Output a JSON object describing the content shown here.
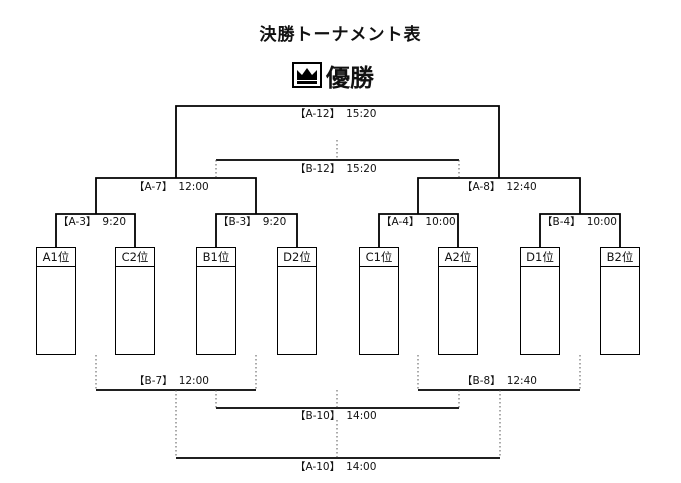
{
  "title": "決勝トーナメント表",
  "champion": {
    "label": "優勝",
    "icon": "crown-icon"
  },
  "teams": [
    "A1位",
    "C2位",
    "B1位",
    "D2位",
    "C1位",
    "A2位",
    "D1位",
    "B2位"
  ],
  "matches": {
    "a3": {
      "code": "【A-3】",
      "time": "9:20"
    },
    "b3": {
      "code": "【B-3】",
      "time": "9:20"
    },
    "a4": {
      "code": "【A-4】",
      "time": "10:00"
    },
    "b4": {
      "code": "【B-4】",
      "time": "10:00"
    },
    "a7": {
      "code": "【A-7】",
      "time": "12:00"
    },
    "a8": {
      "code": "【A-8】",
      "time": "12:40"
    },
    "b7": {
      "code": "【B-7】",
      "time": "12:00"
    },
    "b8": {
      "code": "【B-8】",
      "time": "12:40"
    },
    "a12": {
      "code": "【A-12】",
      "time": "15:20"
    },
    "b12": {
      "code": "【B-12】",
      "time": "15:20"
    },
    "b10": {
      "code": "【B-10】",
      "time": "14:00"
    },
    "a10": {
      "code": "【A-10】",
      "time": "14:00"
    }
  }
}
